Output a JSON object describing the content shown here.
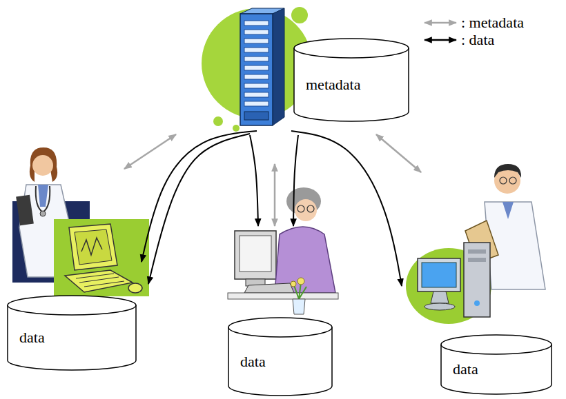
{
  "diagram": {
    "nodes": [
      {
        "text": [
          "metadata"
        ]
      },
      {
        "text": [
          "data"
        ]
      },
      {
        "text": [
          "data"
        ]
      },
      {
        "text": [
          "data"
        ]
      }
    ],
    "edges": [
      {
        "from": 0,
        "to": 1,
        "arrow": "both"
      },
      {
        "from": 0,
        "to": 2,
        "arrow": "both"
      },
      {
        "from": 0,
        "to": 3,
        "arrow": "both"
      },
      {
        "from": 0,
        "to": 1,
        "arrow": "to"
      },
      {
        "from": 0,
        "to": 1,
        "arrow": "to"
      },
      {
        "from": 0,
        "to": 2,
        "arrow": "to"
      },
      {
        "from": 0,
        "to": 2,
        "arrow": "to"
      },
      {
        "from": 0,
        "to": 3,
        "arrow": "to"
      }
    ],
    "legend": [
      {
        "text": ": metadata"
      },
      {
        "text": ": data"
      }
    ]
  }
}
